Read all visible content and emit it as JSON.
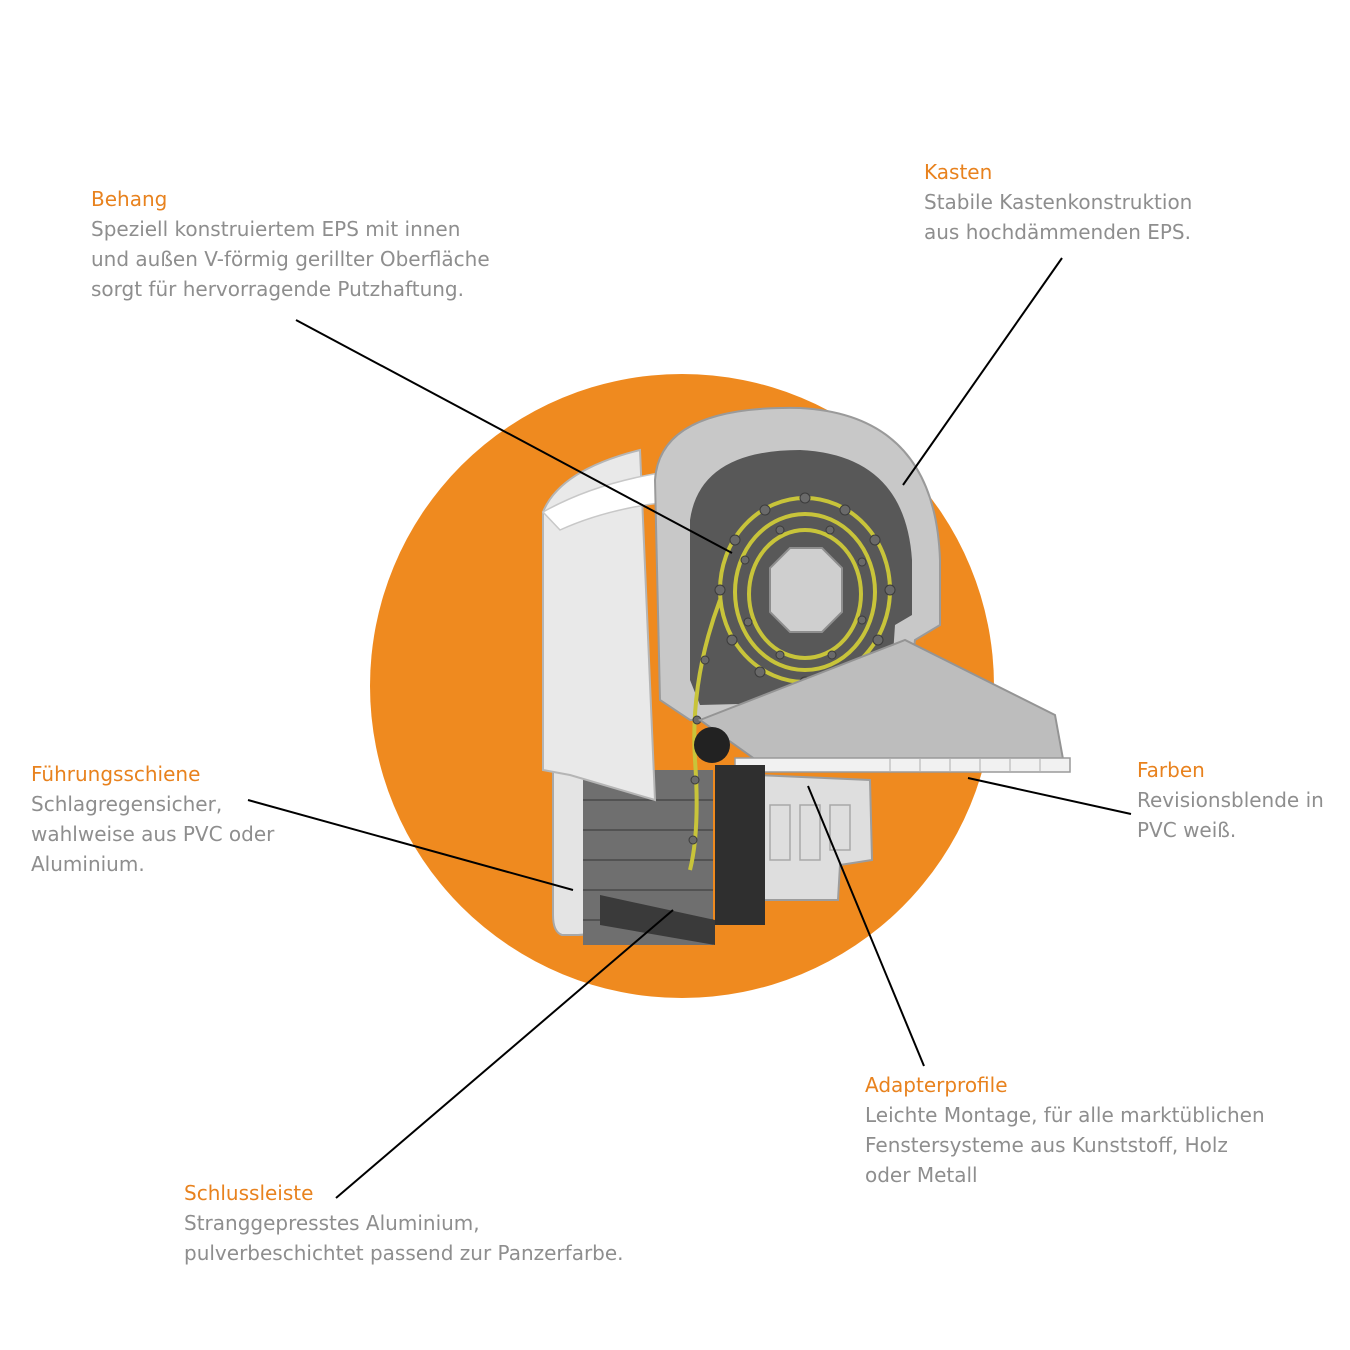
{
  "colors": {
    "accent": "#e8821e",
    "circle": "#ef8a1f",
    "text": "#8e8e8e",
    "leader": "#000000"
  },
  "image": {
    "subject": "cutaway-roller-shutter-box"
  },
  "callouts": {
    "behang": {
      "title": "Behang",
      "lines": [
        "Speziell konstruiertem EPS mit innen",
        "und außen V-förmig gerillter Oberfläche",
        "sorgt für hervorragende Putzhaftung."
      ]
    },
    "kasten": {
      "title": "Kasten",
      "lines": [
        "Stabile Kastenkonstruktion",
        "aus hochdämmenden EPS."
      ]
    },
    "fuehrung": {
      "title": "Führungsschiene",
      "lines": [
        "Schlagregensicher,",
        "wahlweise aus PVC oder",
        "Aluminium."
      ]
    },
    "farben": {
      "title": "Farben",
      "lines": [
        "Revisionsblende in",
        "PVC weiß."
      ]
    },
    "adapter": {
      "title": "Adapterprofile",
      "lines": [
        "Leichte Montage, für alle marktüblichen",
        "Fenstersysteme aus Kunststoff, Holz",
        "oder Metall"
      ]
    },
    "schluss": {
      "title": "Schlussleiste",
      "lines": [
        "Stranggepresstes Aluminium,",
        "pulverbeschichtet passend zur Panzerfarbe."
      ]
    }
  }
}
